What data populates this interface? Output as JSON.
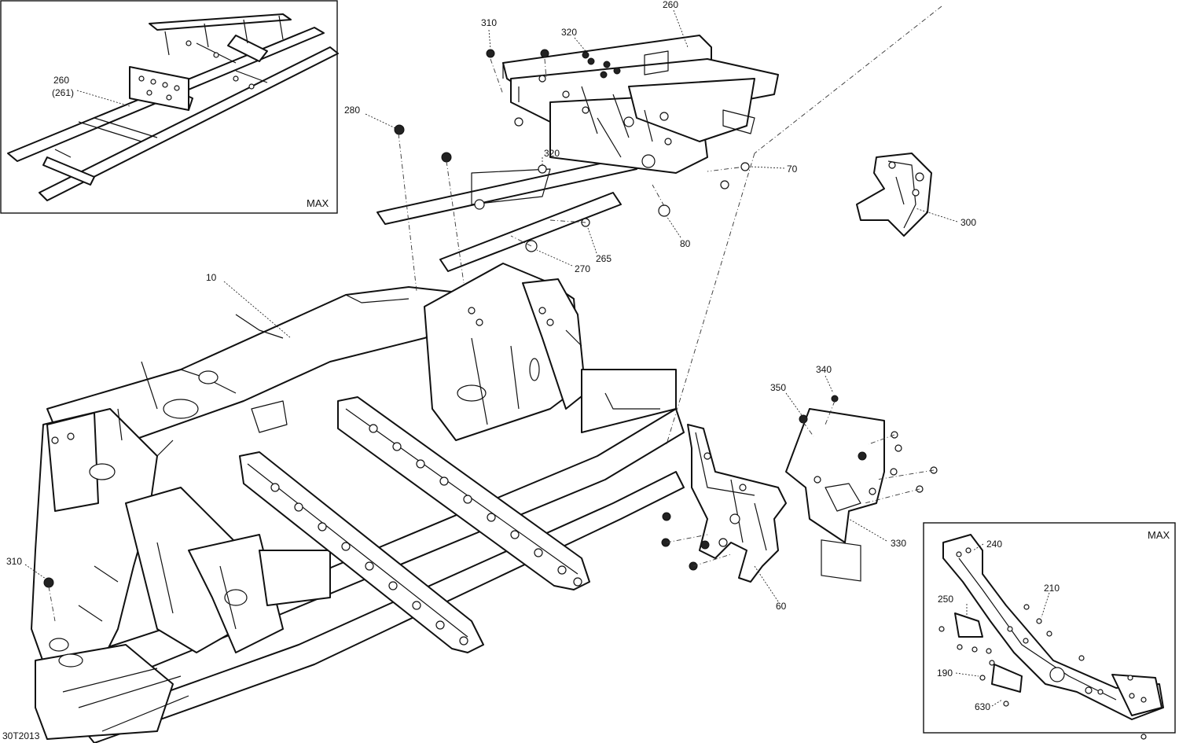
{
  "drawing_id": "30T2013",
  "inset_top_left": {
    "tag": "MAX",
    "callouts": [
      {
        "id": "inset1-260",
        "text": "260"
      },
      {
        "id": "inset1-261",
        "text": "(261)"
      }
    ]
  },
  "inset_bottom_right": {
    "tag": "MAX",
    "callouts": [
      {
        "id": "inset2-240",
        "text": "240"
      },
      {
        "id": "inset2-250",
        "text": "250"
      },
      {
        "id": "inset2-210",
        "text": "210"
      },
      {
        "id": "inset2-190",
        "text": "190"
      },
      {
        "id": "inset2-630",
        "text": "630"
      }
    ]
  },
  "callouts": [
    {
      "id": "c-310-top",
      "text": "310"
    },
    {
      "id": "c-320-top",
      "text": "320"
    },
    {
      "id": "c-260",
      "text": "260"
    },
    {
      "id": "c-280",
      "text": "280"
    },
    {
      "id": "c-320-mid",
      "text": "320"
    },
    {
      "id": "c-70",
      "text": "70"
    },
    {
      "id": "c-300",
      "text": "300"
    },
    {
      "id": "c-80",
      "text": "80"
    },
    {
      "id": "c-265",
      "text": "265"
    },
    {
      "id": "c-270",
      "text": "270"
    },
    {
      "id": "c-10",
      "text": "10"
    },
    {
      "id": "c-340",
      "text": "340"
    },
    {
      "id": "c-350",
      "text": "350"
    },
    {
      "id": "c-330",
      "text": "330"
    },
    {
      "id": "c-60",
      "text": "60"
    },
    {
      "id": "c-310-bottom",
      "text": "310"
    }
  ]
}
